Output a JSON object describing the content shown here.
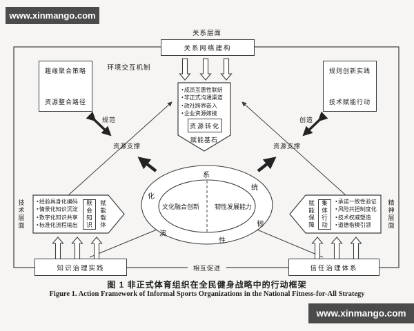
{
  "watermark_top": {
    "text": "www.xinmango.com"
  },
  "watermark_bottom": {
    "text": "www.xinmango.com"
  },
  "figure": {
    "relation_layer_label": "关系层面",
    "relation_network_box": "关系网络建构",
    "env_interaction_label": "环境交互机制",
    "interest_box": {
      "top": "趣缘聚合策略",
      "bottom": "资源整合路径"
    },
    "rule_box": {
      "top": "规则创新实践",
      "bottom": "技术赋能行动"
    },
    "norm_label": "规范",
    "create_label": "创造",
    "support_left_label": "资源支撑",
    "support_right_label": "资源支撑",
    "keystone": {
      "bullets": [
        "成员互惠性联结",
        "非正式沟通渠道",
        "政社跨界嵌入",
        "企业资源嫁接"
      ],
      "box": "资源转化",
      "label": "赋能基石"
    },
    "core": {
      "left": "文化融合创新",
      "right": "韧性发展能力",
      "ring": [
        "系",
        "统",
        "韧",
        "性",
        "演",
        "化"
      ]
    },
    "tech": {
      "layer": "技术层面",
      "bullets": [
        "经验具身化编码",
        "情景化知识沉淀",
        "数字化知识共享",
        "标准化流程输出"
      ],
      "box": "默会知识",
      "carrier": "赋能载体"
    },
    "spirit": {
      "layer": "精神层面",
      "guarantee": "赋能保障",
      "box": "集体行动",
      "bullets": [
        "承诺一致性验证",
        "风险共担制度化",
        "技术权威塑造",
        "道德楷模引领"
      ]
    },
    "knowledge_box": "知识治理实践",
    "trust_box": "信任治理体系",
    "mutual_label": "相互促进"
  },
  "caption": {
    "zh": "图 1  非正式体育组织在全民健身战略中的行动框架",
    "en": "Figure 1.  Action Framework of Informal Sports Organizations in the National Fitness-for-All Strategy"
  },
  "colors": {
    "watermark_bg": "#4b4b4b",
    "line": "#3c3c3c",
    "text": "#1e1e1e"
  }
}
